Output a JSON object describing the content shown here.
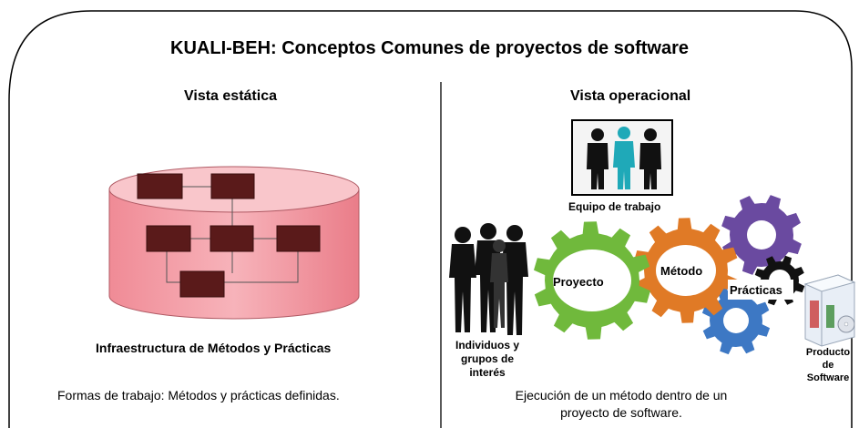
{
  "title": "KUALI-BEH: Conceptos Comunes de proyectos de software",
  "left": {
    "heading": "Vista estática",
    "caption": "Infraestructura de Métodos y Prácticas",
    "description": "Formas de trabajo: Métodos y prácticas definidas."
  },
  "right": {
    "heading": "Vista operacional",
    "team_label": "Equipo de trabajo",
    "stakeholders_label_1": "Individuos y",
    "stakeholders_label_2": "grupos de",
    "stakeholders_label_3": "interés",
    "gear_project": "Proyecto",
    "gear_method": "Método",
    "gear_practices": "Prácticas",
    "product_label_1": "Producto",
    "product_label_2": "de",
    "product_label_3": "Software",
    "description_1": "Ejecución de un método dentro de un",
    "description_2": "proyecto de software."
  },
  "colors": {
    "cylinder_fill": "#f5a6ad",
    "cylinder_top": "#f9c6cb",
    "box_fill": "#5a1a1a",
    "gear_green": "#70b93c",
    "gear_orange": "#e07a26",
    "gear_purple": "#6a4aa0",
    "gear_blue": "#3d78c4",
    "gear_black": "#111111"
  }
}
